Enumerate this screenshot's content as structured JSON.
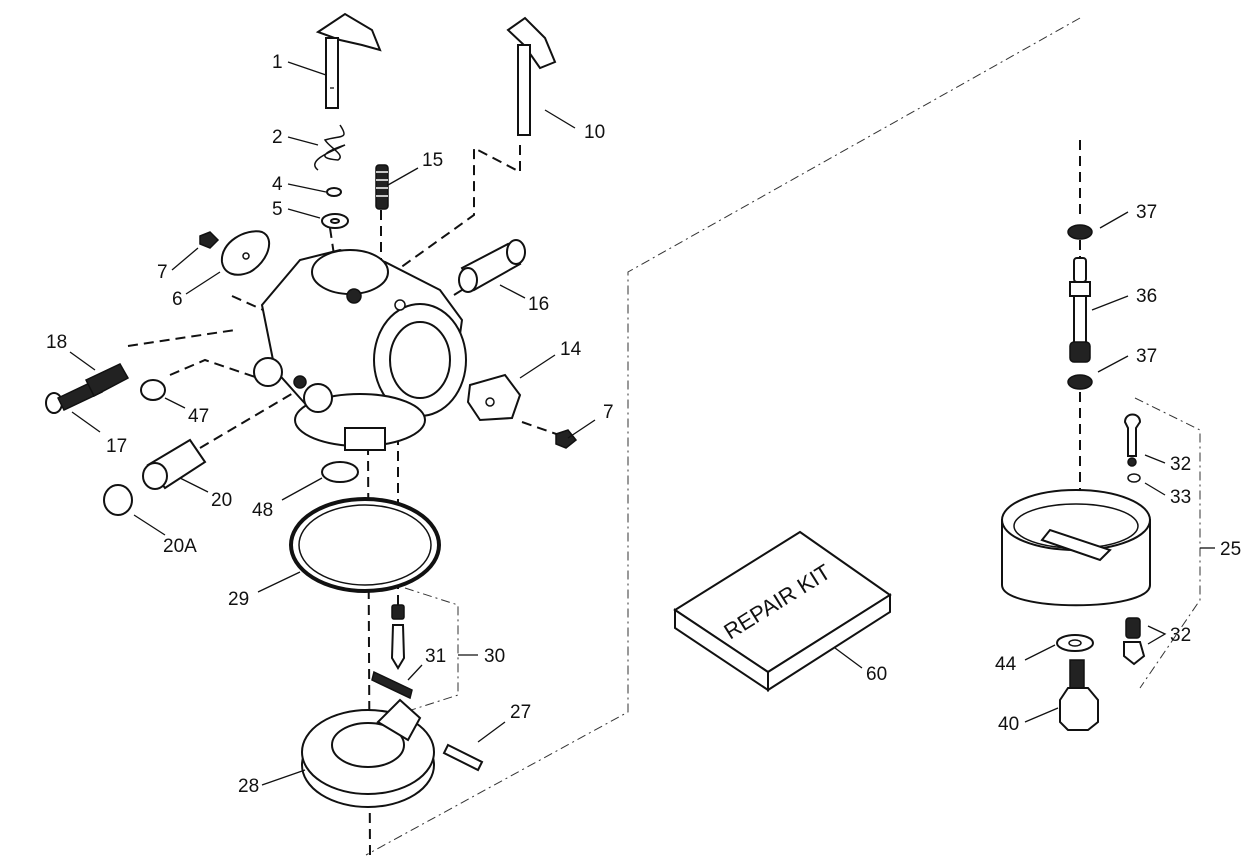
{
  "diagram": {
    "kit_label": "REPAIR KIT",
    "callouts": {
      "c1": "1",
      "c2": "2",
      "c4": "4",
      "c5": "5",
      "c6": "6",
      "c7a": "7",
      "c7b": "7",
      "c10": "10",
      "c14": "14",
      "c15": "15",
      "c16": "16",
      "c17": "17",
      "c18": "18",
      "c20": "20",
      "c20a": "20A",
      "c25": "25",
      "c27": "27",
      "c28": "28",
      "c29": "29",
      "c30": "30",
      "c31": "31",
      "c32a": "32",
      "c32b": "32",
      "c33": "33",
      "c36": "36",
      "c37a": "37",
      "c37b": "37",
      "c40": "40",
      "c44": "44",
      "c47": "47",
      "c48": "48",
      "c60": "60"
    }
  }
}
